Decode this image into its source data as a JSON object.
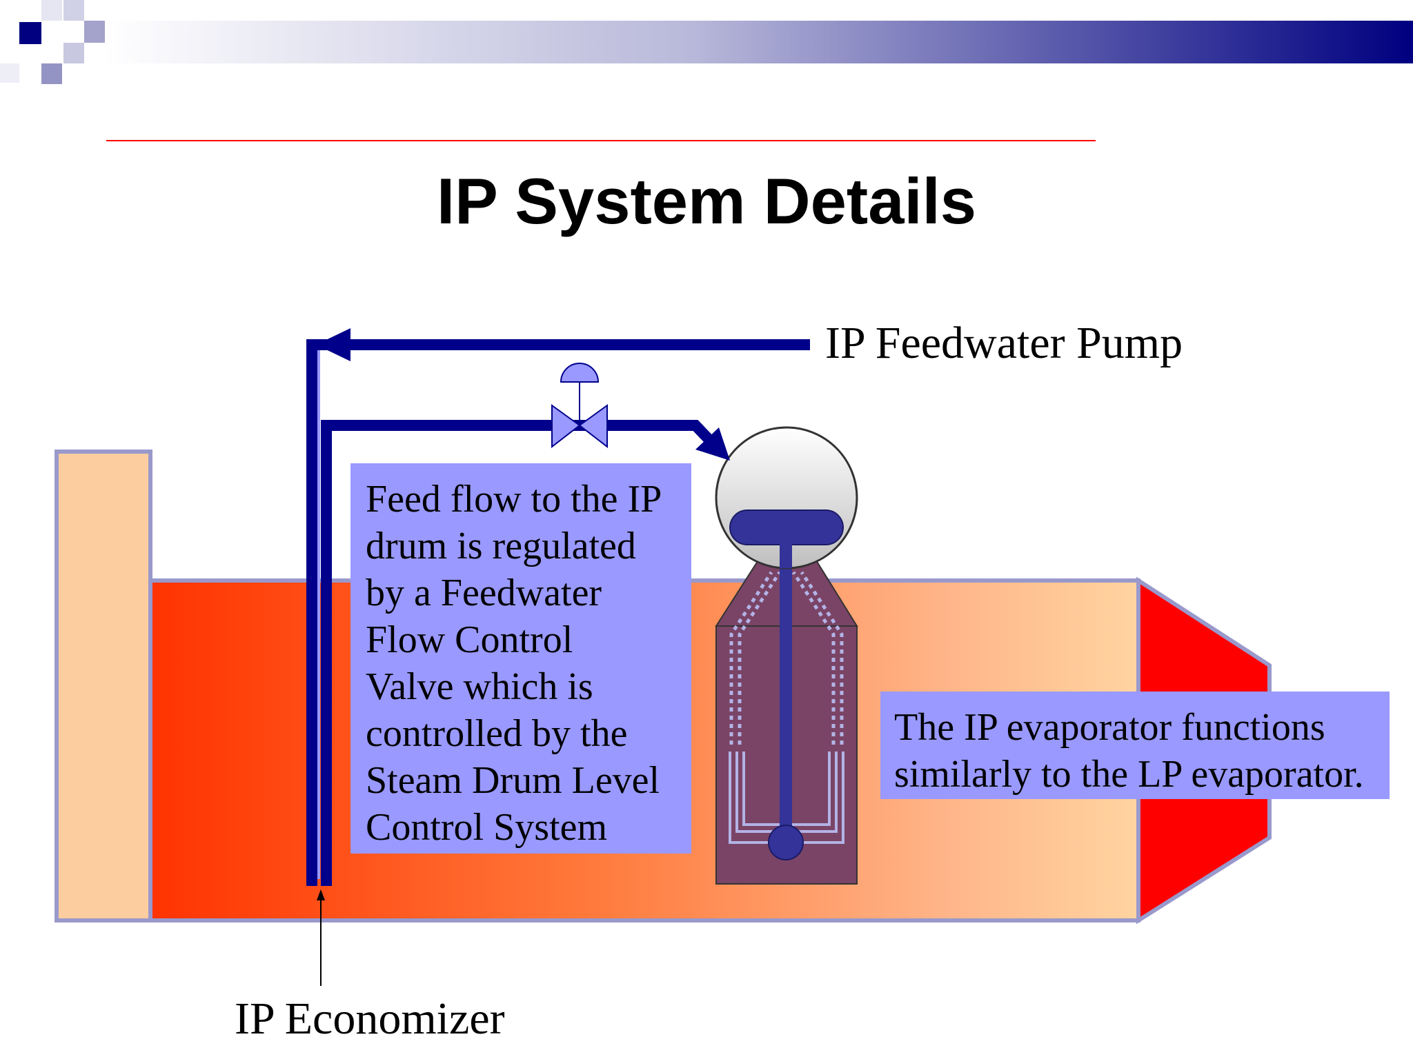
{
  "slide": {
    "title": "IP System Details",
    "colors": {
      "banner_start": "#ffffff",
      "banner_end": "#000080",
      "title_rule": "#ff0000",
      "pipe": "#00008b",
      "callout_bg": "#9999ff",
      "gas_hot": "#ff3300",
      "gas_cool": "#ffd4a0",
      "stack": "#fccd9e",
      "duct_outline": "#9999cc",
      "transition": "#ff0000",
      "drum": "#d9d9d9",
      "evaporator": "#7a4466"
    }
  },
  "diagram": {
    "pump_label": "IP Feedwater Pump",
    "economizer_label": "IP Economizer",
    "control_note": {
      "lines": [
        "Feed flow to the IP",
        "drum is regulated",
        "by a Feedwater",
        "Flow Control",
        "Valve which is",
        "controlled by the",
        "Steam Drum Level",
        "Control System"
      ]
    },
    "evaporator_note": {
      "lines": [
        "The IP evaporator functions",
        "similarly to the LP evaporator."
      ]
    }
  }
}
